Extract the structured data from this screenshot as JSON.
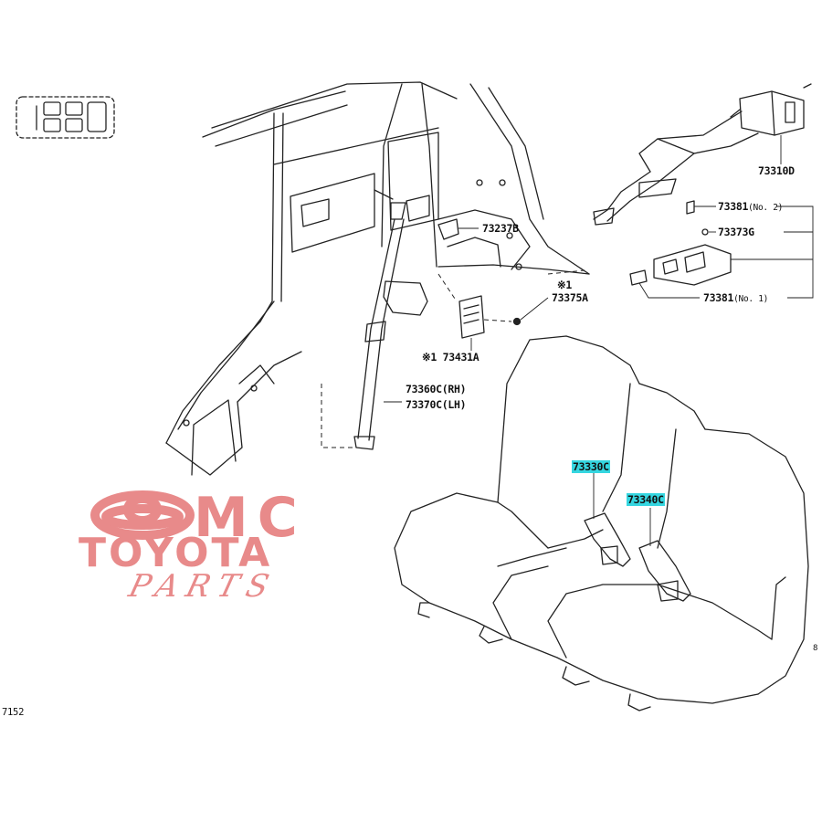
{
  "diagram": {
    "callouts": [
      {
        "id": "c-73310d",
        "text": "73310D"
      },
      {
        "id": "c-73381-2",
        "text": "73381",
        "suffix": "(No. 2)"
      },
      {
        "id": "c-73373g",
        "text": "73373G"
      },
      {
        "id": "c-73381-1",
        "text": "73381",
        "suffix": "(No. 1)"
      },
      {
        "id": "c-73237b",
        "text": "73237B"
      },
      {
        "id": "c-note1a",
        "text": "※1"
      },
      {
        "id": "c-73375a",
        "text": "73375A"
      },
      {
        "id": "c-73431a",
        "text": "※1 73431A"
      },
      {
        "id": "c-73360c",
        "text": "73360C(RH)"
      },
      {
        "id": "c-73370c",
        "text": "73370C(LH)"
      },
      {
        "id": "c-73330c",
        "text": "73330C",
        "highlighted": true
      },
      {
        "id": "c-73340c",
        "text": "73340C",
        "highlighted": true
      }
    ],
    "figure_code": "7152",
    "edge_mark": "8"
  },
  "watermark": {
    "line1": "MC",
    "line2": "TOYOTA",
    "line3": "PARTS",
    "color": "#e88a8a"
  },
  "colors": {
    "highlight": "#35d6e0",
    "line": "#222222"
  }
}
